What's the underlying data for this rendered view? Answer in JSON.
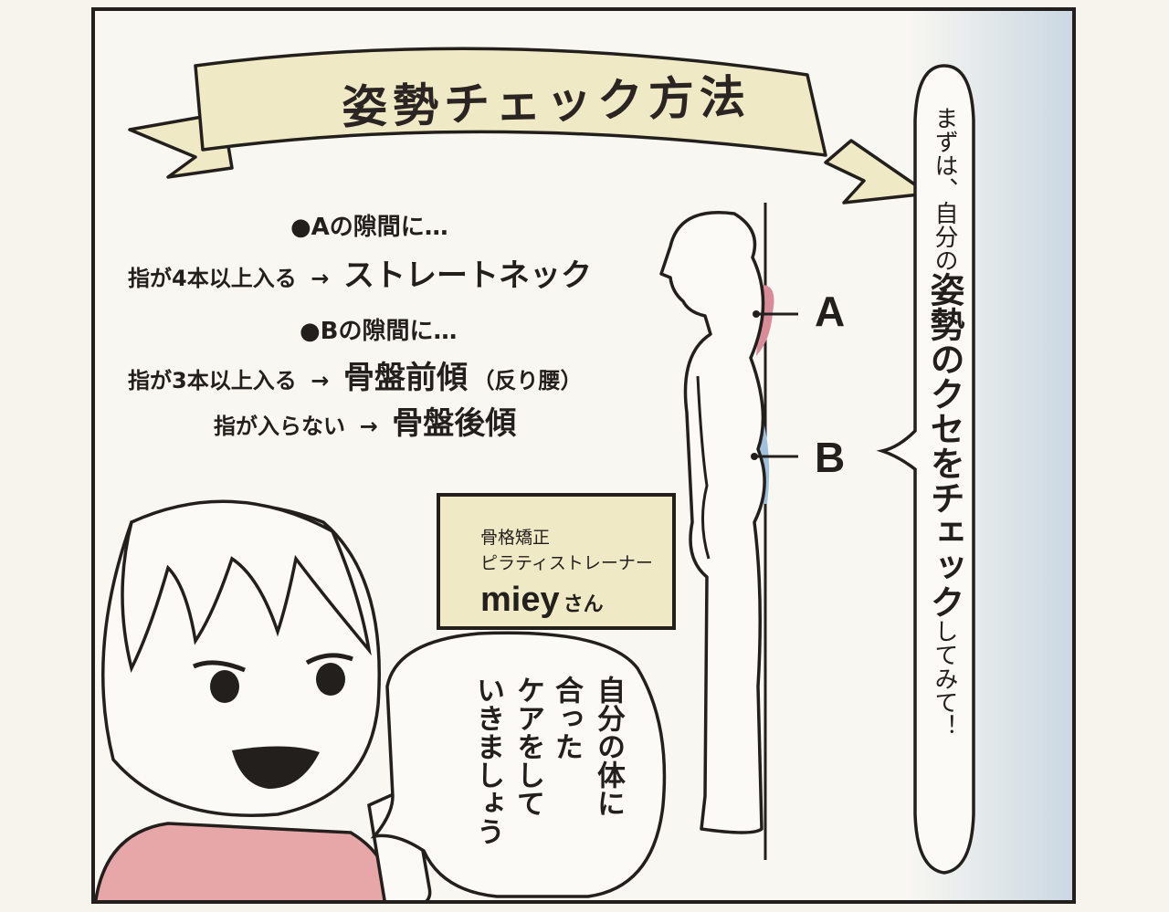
{
  "title": "姿勢チェック方法",
  "check_a": {
    "intro": "●Aの隙間に…",
    "condition": "指が4本以上入る",
    "arrow": "→",
    "result": "ストレートネック"
  },
  "check_b": {
    "intro": "●Bの隙間に…",
    "condition1": "指が3本以上入る",
    "arrow1": "→",
    "result1": "骨盤前傾",
    "result1_note": "（反り腰）",
    "condition2": "指が入らない",
    "arrow2": "→",
    "result2": "骨盤後傾"
  },
  "labels": {
    "a": "A",
    "b": "B"
  },
  "trainer_card": {
    "line1": "骨格矯正",
    "line2": "ピラティストレーナー",
    "name": "miey",
    "honorific": "さん"
  },
  "speech_right": {
    "part1": "まずは、自分の",
    "part2": "姿勢のクセをチェック",
    "part3": "してみて！"
  },
  "speech_bottom": {
    "col1": "自分の体に",
    "col2": "合った",
    "col3": "ケアをして",
    "col4": "いきましょう"
  },
  "colors": {
    "ribbon": "#efe9c6",
    "card": "#efe9c6",
    "gap_a": "#d98c97",
    "gap_b": "#9fc1de",
    "shirt": "#e7a6a8",
    "ink": "#231f1c"
  }
}
